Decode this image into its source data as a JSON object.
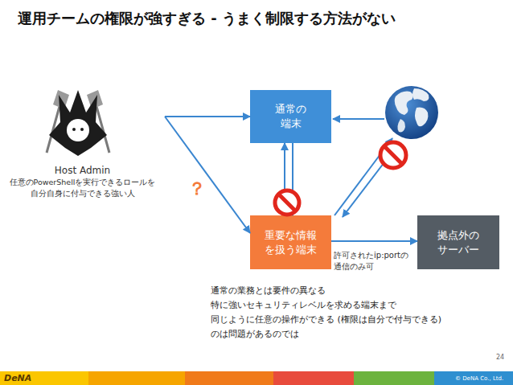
{
  "diagram": {
    "title": "運用チームの権限が強すぎる - うまく制限する方法がない",
    "nodes": [
      {
        "text": [
          "Host Admin",
          "任意のPowerShellを実行できるロールを 自分自身に付与できる強い人"
        ]
      },
      {
        "text": [
          "通常の 端末"
        ]
      },
      {
        "text": [
          "重要な情報 を扱う端末"
        ]
      },
      {
        "text": [
          "拠点外の サーバー"
        ]
      }
    ],
    "edges": [
      {
        "from": 0,
        "to": 1,
        "arrow": "to"
      },
      {
        "from": 0,
        "to": 2,
        "label": "？",
        "arrow": "to"
      },
      {
        "from": 2,
        "to": 1,
        "arrow": "to"
      },
      {
        "from": 1,
        "to": 2,
        "arrow": "to"
      },
      {
        "from": 2,
        "to": 3,
        "label": "許可されたip:portの 通信のみ可",
        "arrow": "to"
      }
    ],
    "labels": [
      "通常の業務とは要件の異なる",
      "特に強いセキュリティレベルを求める端末まで",
      "同じように任意の操作ができる (権限は自分で付与できる)",
      "のは問題があるのでは",
      "DeNA",
      "24",
      "© DeNA Co., Ltd."
    ]
  }
}
